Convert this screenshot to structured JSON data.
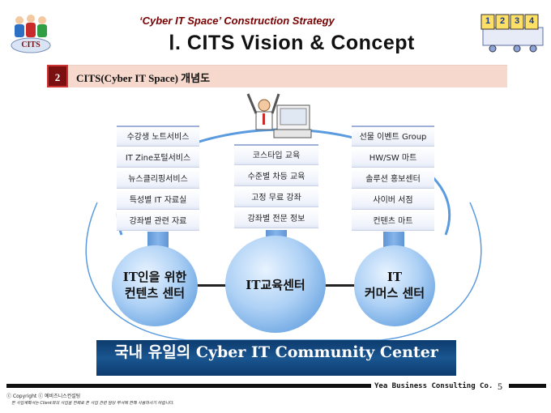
{
  "header": {
    "subtitle": "‘Cyber IT Space’ Construction Strategy",
    "title": "Ⅰ. CITS Vision & Concept",
    "logo_text": "CITS",
    "steps": [
      "1",
      "2",
      "3",
      "4"
    ]
  },
  "section": {
    "number": "2",
    "title": "CITS(Cyber IT Space) 개념도"
  },
  "left_list": [
    "수강생 노트서비스",
    "IT Zine포털서비스",
    "뉴스클리핑서비스",
    "특성별 IT 자료실",
    "강좌별 관련 자료"
  ],
  "center_list": [
    "코스타입 교육",
    "수준별 차등 교육",
    "고정 무료 강좌",
    "강좌별 전문 정보"
  ],
  "right_list": [
    "선물 이벤트 Group",
    "HW/SW 마트",
    "솔루션 홍보센터",
    "사이버 서점",
    "컨텐츠 마트"
  ],
  "circles": {
    "left": {
      "line1": "IT인을 위한",
      "line2": "컨텐츠 센터"
    },
    "center": {
      "line1": "IT교육센터"
    },
    "right": {
      "line1": "IT",
      "line2": "커머스 센터"
    }
  },
  "banner": {
    "text": "국내 유일의 Cyber IT Community Center"
  },
  "footer": {
    "company": "Yea Business Consulting Co.",
    "page": "5",
    "copyright": "ⓒ Copyright ⓒ 예비즈니스컨설팅",
    "disclaimer": "본 사업계획서는 Client와의 사업을 전제로 본 사업 관련 담당 부서에 한해 사용하시기 바랍니다."
  },
  "colors": {
    "accent_dark_red": "#7a1010",
    "section_bar": "#f6d9cc",
    "circle_blue": "#6ea7e3",
    "banner_navy": "#0d3b6e"
  }
}
